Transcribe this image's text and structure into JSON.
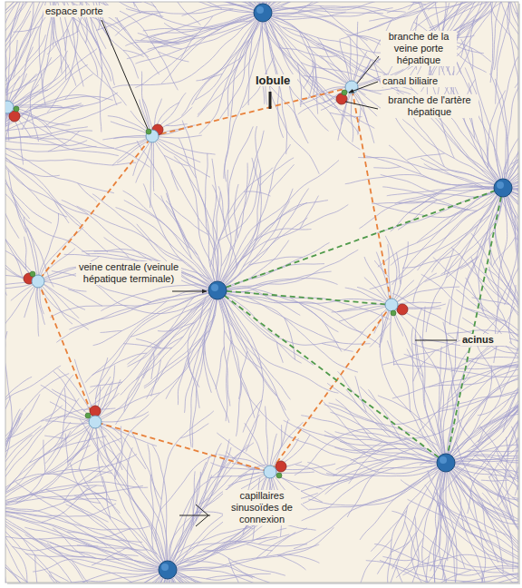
{
  "diagram": {
    "labels": [
      "espace porte",
      "lobule",
      "branche de la veine porte hépatique",
      "canal biliaire",
      "branche de l'artère hépatique",
      "veine centrale (veinule hépatique terminale)",
      "acinus",
      "capillaires sinusoïdes de connexion"
    ]
  }
}
